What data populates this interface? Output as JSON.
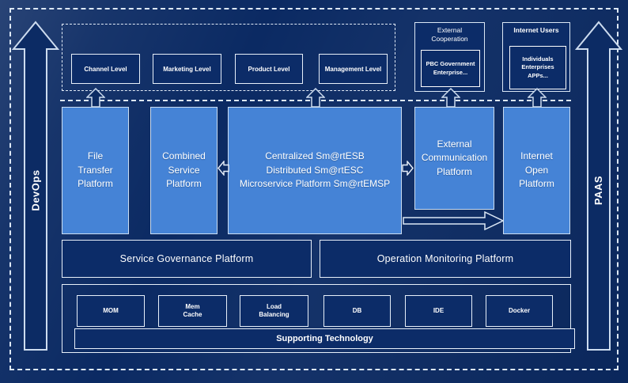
{
  "colors": {
    "background": "#0b2a63",
    "platform_blue": "#4583d6",
    "panel_navy": "#0c2c68",
    "border_light": "#dde8f5"
  },
  "side_arrows": {
    "left_label": "DevOps",
    "right_label": "PAAS"
  },
  "levels_panel": {
    "boxes": [
      {
        "label": "Channel Level"
      },
      {
        "label": "Marketing Level"
      },
      {
        "label": "Product Level"
      },
      {
        "label": "Management Level"
      }
    ]
  },
  "external_cooperation": {
    "title": "External\nCooperation",
    "inner": "PBC Government\nEnterprise..."
  },
  "internet_users": {
    "title": "Internet Users",
    "inner": "Individuals\nEnterprises\nAPPs..."
  },
  "platforms": {
    "file_transfer": "File\nTransfer\nPlatform",
    "combined_service": "Combined\nService\nPlatform",
    "central_bus": "Centralized Sm@rtESB\nDistributed Sm@rtESC\nMicroservice Platform Sm@rtEMSP",
    "external_communication": "External\nCommunication\nPlatform",
    "internet_open": "Internet\nOpen\nPlatform"
  },
  "governance_row": {
    "service_governance": "Service Governance Platform",
    "operation_monitoring": "Operation Monitoring Platform"
  },
  "supporting_section": {
    "items": [
      {
        "label": "MOM"
      },
      {
        "label": "Mem\nCache"
      },
      {
        "label": "Load\nBalancing"
      },
      {
        "label": "DB"
      },
      {
        "label": "IDE"
      },
      {
        "label": "Docker"
      }
    ],
    "bar_label": "Supporting Technology"
  }
}
